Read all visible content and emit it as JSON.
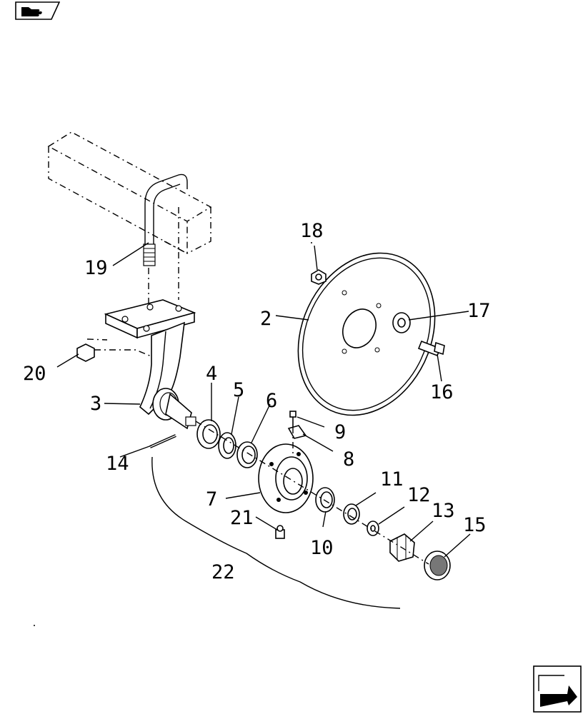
{
  "diagram": {
    "icons": {
      "top_tab": "hand-pointing-icon",
      "bottom_nav": "next-page-arrow-icon"
    },
    "callouts": [
      {
        "id": "c2",
        "text": "2"
      },
      {
        "id": "c3",
        "text": "3"
      },
      {
        "id": "c4",
        "text": "4"
      },
      {
        "id": "c5",
        "text": "5"
      },
      {
        "id": "c6",
        "text": "6"
      },
      {
        "id": "c7",
        "text": "7"
      },
      {
        "id": "c8",
        "text": "8"
      },
      {
        "id": "c9",
        "text": "9"
      },
      {
        "id": "c10",
        "text": "10"
      },
      {
        "id": "c11",
        "text": "11"
      },
      {
        "id": "c12",
        "text": "12"
      },
      {
        "id": "c13",
        "text": "13"
      },
      {
        "id": "c14",
        "text": "14"
      },
      {
        "id": "c15",
        "text": "15"
      },
      {
        "id": "c16",
        "text": "16"
      },
      {
        "id": "c17",
        "text": "17"
      },
      {
        "id": "c18",
        "text": "18"
      },
      {
        "id": "c19",
        "text": "19"
      },
      {
        "id": "c20",
        "text": "20"
      },
      {
        "id": "c21",
        "text": "21"
      },
      {
        "id": "c22",
        "text": "22"
      }
    ]
  }
}
